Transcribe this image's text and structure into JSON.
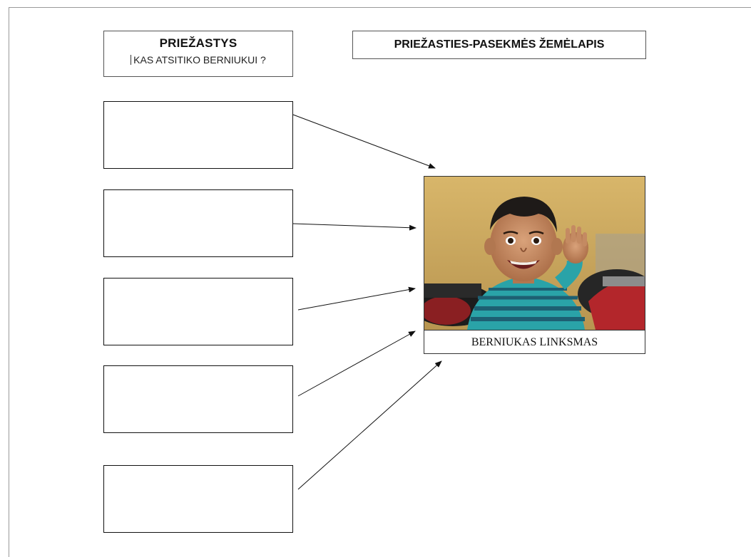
{
  "causes": {
    "title": "PRIEŽASTYS",
    "question": "KAS ATSITIKO BERNIUKUI ?",
    "boxes": [
      "",
      "",
      "",
      "",
      ""
    ]
  },
  "map": {
    "title": "PRIEŽASTIES-PASEKMĖS ŽEMĖLAPIS"
  },
  "effect": {
    "caption": "BERNIUKAS LINKSMAS"
  },
  "colors": {
    "wall": "#c9a85c",
    "shirt_teal": "#2aa3a8",
    "bike_red": "#b3262b"
  }
}
